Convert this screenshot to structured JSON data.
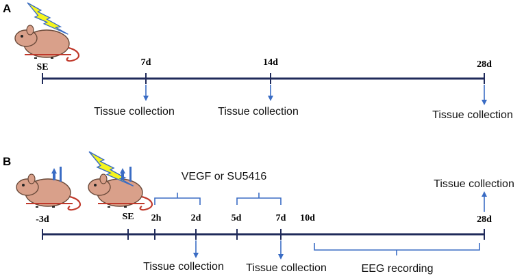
{
  "panel_a": {
    "label": "A",
    "ticks": [
      "SE",
      "7d",
      "14d",
      "28d"
    ],
    "collections": [
      "Tissue collection",
      "Tissue collection",
      "Tissue collection"
    ]
  },
  "panel_b": {
    "label": "B",
    "ticks": [
      "-3d",
      "SE",
      "2h",
      "2d",
      "5d",
      "7d",
      "10d",
      "28d"
    ],
    "treatment_label": "VEGF or SU5416",
    "collections": [
      "Tissue collection",
      "Tissue collection",
      "Tissue collection"
    ],
    "eeg_label": "EEG recording"
  },
  "colors": {
    "axis": "#1f2a5a",
    "arrow": "#3a6cc4",
    "lightning": "#f5f51e",
    "rat_body": "#d9a08a",
    "implant": "#3a6cc4"
  }
}
